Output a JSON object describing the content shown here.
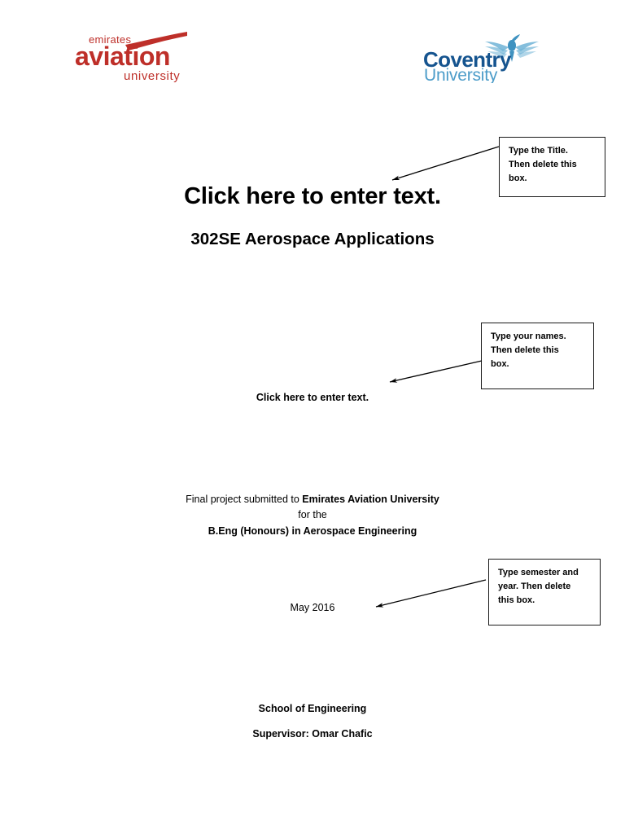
{
  "document": {
    "logos": {
      "emirates": {
        "name": "Emirates Aviation University",
        "line1": "emirates",
        "line2": "aviation",
        "line3": "university",
        "color": "#be2f29"
      },
      "coventry": {
        "name": "Coventry University",
        "line1": "Coventry",
        "line2": "University",
        "color_dark": "#15548f",
        "color_light": "#4c9cc9",
        "emblem": "phoenix-icon"
      }
    },
    "title": "Click here to enter text.",
    "course_subtitle": "302SE Aerospace Applications",
    "names_placeholder": "Click here to enter text.",
    "submission": {
      "prefix": "Final project submitted to ",
      "institution": "Emirates Aviation University",
      "for_the": "for the",
      "degree": "B.Eng (Honours) in Aerospace Engineering"
    },
    "date": "May 2016",
    "school": "School of Engineering",
    "supervisor": "Supervisor: Omar Chafic"
  },
  "callouts": [
    {
      "id": "title",
      "line1": "Type the Title.",
      "line2": "Then delete this",
      "line3": "box."
    },
    {
      "id": "names",
      "line1": "Type your names.",
      "line2": "Then delete this",
      "line3": "box."
    },
    {
      "id": "date",
      "line1": "Type semester and",
      "line2": "year. Then delete",
      "line3": "this box."
    }
  ],
  "colors": {
    "page_background": "#ffffff",
    "text": "#000000",
    "box_border": "#1a1a1a",
    "arrow": "#000000"
  }
}
